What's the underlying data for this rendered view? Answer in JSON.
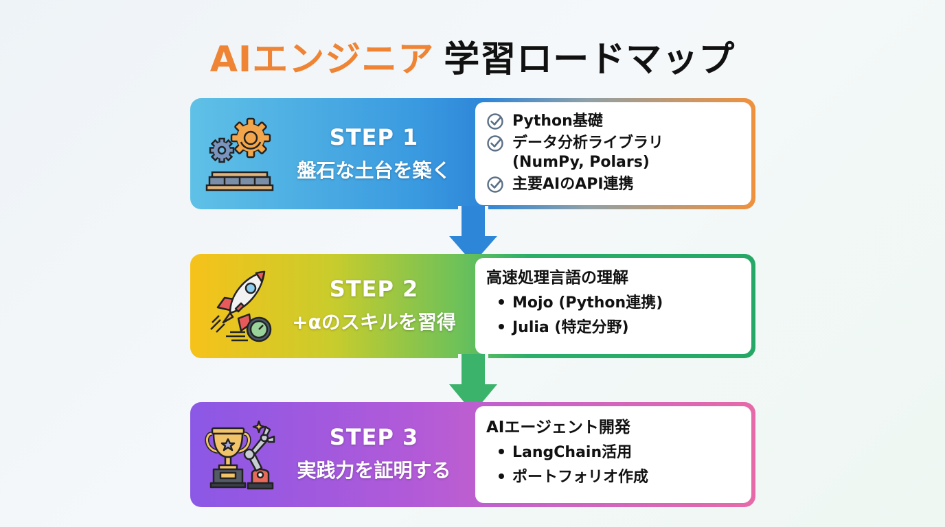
{
  "title": {
    "accent": "AIエンジニア",
    "main": "学習ロードマップ",
    "accent_color": "#ee8434"
  },
  "steps": [
    {
      "number": "STEP 1",
      "subtitle": "盤石な土台を築く",
      "icon": "gears-foundation-icon",
      "items": [
        {
          "icon": "check-circle-icon",
          "text": "Python基礎"
        },
        {
          "icon": "check-circle-icon",
          "text": "データ分析ライブラリ\n(NumPy, Polars)"
        },
        {
          "icon": "check-circle-icon",
          "text": "主要AIのAPI連携"
        }
      ],
      "colors": {
        "start": "#5fc1e6",
        "end": "#f0913c"
      }
    },
    {
      "number": "STEP 2",
      "subtitle": "+αのスキルを習得",
      "icon": "rocket-speedometer-icon",
      "heading": "高速処理言語の理解",
      "bullets": [
        "Mojo (Python連携)",
        "Julia (特定分野)"
      ],
      "colors": {
        "start": "#f6c21a",
        "end": "#25a866"
      }
    },
    {
      "number": "STEP 3",
      "subtitle": "実践力を証明する",
      "icon": "trophy-robot-arm-icon",
      "heading": "AIエージェント開発",
      "bullets": [
        "LangChain活用",
        "ポートフォリオ作成"
      ],
      "colors": {
        "start": "#8b58e6",
        "end": "#e66aa8"
      }
    }
  ],
  "arrows": [
    {
      "color": "#2e86d8"
    },
    {
      "color": "#3bb36a"
    }
  ]
}
